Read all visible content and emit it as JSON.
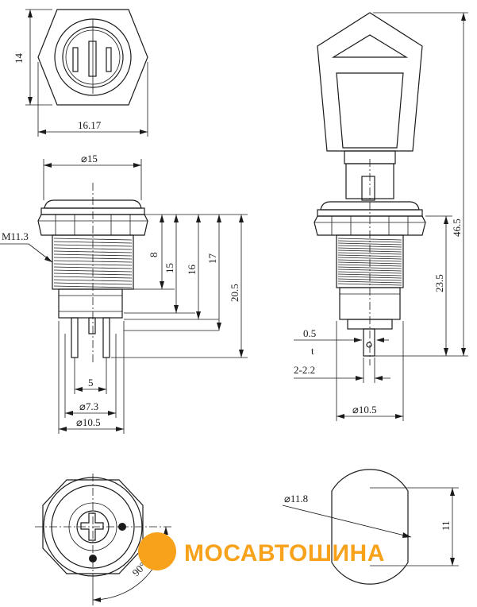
{
  "dimensions": {
    "hex_height": "14",
    "hex_width": "16.17",
    "front_diameter": "⌀15",
    "thread": "M11.3",
    "d8": "8",
    "d15": "15",
    "d16": "16",
    "d17": "17",
    "d20_5": "20.5",
    "terminal_spacing": "5",
    "d7_3": "⌀7.3",
    "d10_5_left": "⌀10.5",
    "d46_5": "46.5",
    "d23_5": "23.5",
    "d0_5": "0.5",
    "t_label": "t",
    "d2_2_2": "2-2.2",
    "d10_5_right": "⌀10.5",
    "d11_8": "⌀11.8",
    "d11": "11",
    "angle": "90°"
  },
  "logo": {
    "text": "МОСАВТОШИНА",
    "color": "#f7a21a"
  }
}
